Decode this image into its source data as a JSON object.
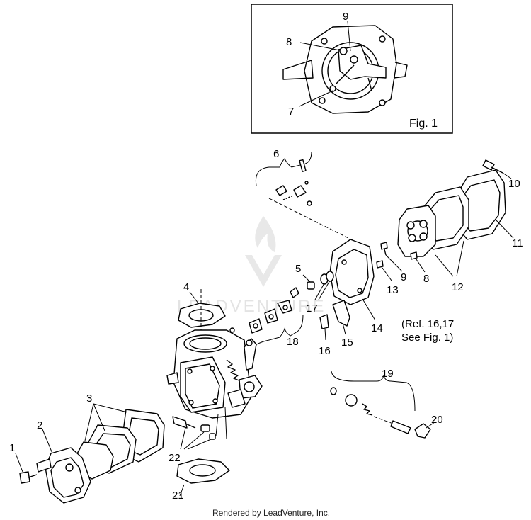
{
  "figure": {
    "inset_caption": "Fig. 1",
    "reference_note_line1": "(Ref. 16,17",
    "reference_note_line2": "See Fig. 1)",
    "watermark_text": "LEADVENTURE",
    "footer": "Rendered by LeadVenture, Inc."
  },
  "callouts": {
    "c1": "1",
    "c2": "2",
    "c3": "3",
    "c4": "4",
    "c5": "5",
    "c6": "6",
    "c7": "7",
    "c8": "8",
    "c8b": "8",
    "c9": "9",
    "c9b": "9",
    "c10": "10",
    "c11": "11",
    "c12": "12",
    "c13": "13",
    "c14": "14",
    "c15": "15",
    "c16": "16",
    "c17": "17",
    "c18": "18",
    "c19": "19",
    "c20": "20",
    "c21": "21",
    "c22": "22"
  }
}
